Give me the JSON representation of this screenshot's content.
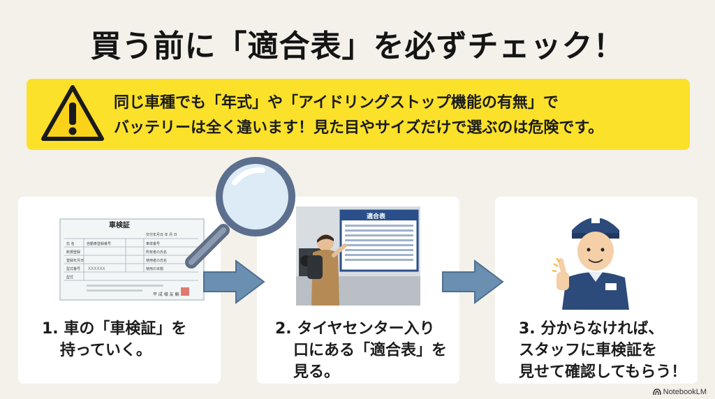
{
  "title": "買う前に「適合表」を必ずチェック！",
  "warning": {
    "line1": "同じ車種でも「年式」や「アイドリングストップ機能の有無」で",
    "line2": "バッテリーは全く違います！見た目やサイズだけで選ぶのは危険です。"
  },
  "steps": [
    {
      "line1": "1. 車の「車検証」を",
      "line2": "持っていく。",
      "doc": {
        "header": "車検証",
        "date": "交付年月日 年 月 日",
        "rows": [
          "自動車登録番号",
          "車体番号",
          "所有者の氏名",
          "使用者の氏名",
          "使用の本拠"
        ],
        "row_labels": [
          "氏 名",
          "新規登録",
          "登録年月日",
          "型式番号",
          "型式"
        ],
        "masked": "XXXXXX",
        "stamp": "平 成 様 友 輸"
      }
    },
    {
      "line1": "2. タイヤセンター入り",
      "line2": "口にある「適合表」を",
      "line3": "見る。",
      "board_title": "適合表"
    },
    {
      "line1": "3. 分からなければ、",
      "line2": "スタッフに車検証を",
      "line3": "見せて確認してもらう！"
    }
  ],
  "footer": {
    "brand": "NotebookLM"
  },
  "colors": {
    "warning_bg": "#fbe12a",
    "arrow": "#6b8fb0",
    "background": "#f3f1ea"
  }
}
